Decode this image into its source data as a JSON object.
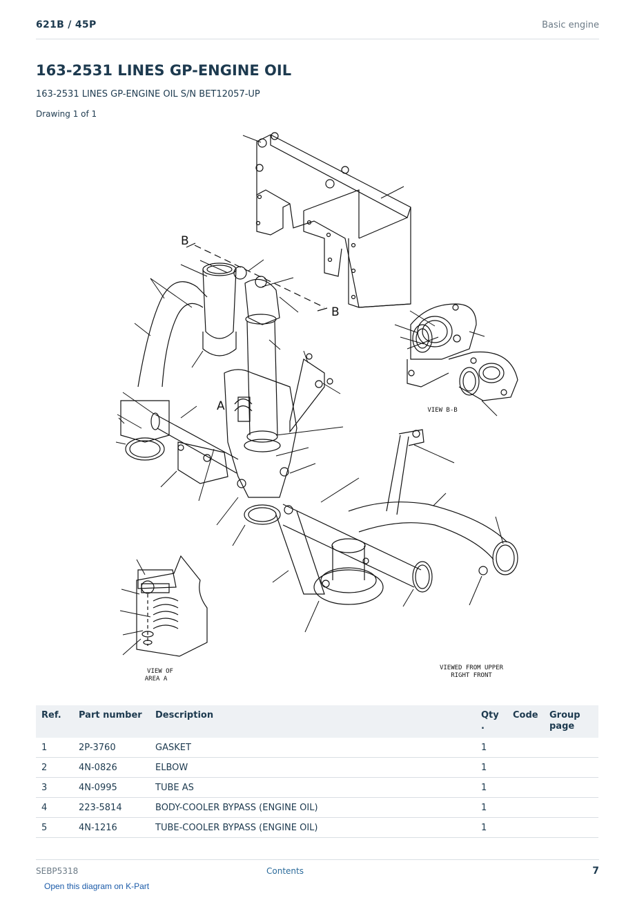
{
  "header": {
    "model": "621B  /  45P",
    "section": "Basic engine"
  },
  "title": "163-2531 LINES GP-ENGINE OIL",
  "subtitle": "163-2531 LINES GP-ENGINE OIL S/N BET12057-UP",
  "drawing_label": "Drawing 1 of 1",
  "diagram": {
    "label_b_top": "B",
    "label_b_bottom": "B",
    "label_a": "A",
    "caption_view_bb": "VIEW B-B",
    "caption_area_a_line1": "VIEW OF",
    "caption_area_a_line2": "AREA A",
    "caption_viewed_line1": "VIEWED FROM UPPER",
    "caption_viewed_line2": "RIGHT FRONT"
  },
  "table": {
    "headers": {
      "ref": "Ref.",
      "part_number": "Part number",
      "description": "Description",
      "qty": "Qty .",
      "code": "Code",
      "group_page": "Group page"
    },
    "rows": [
      {
        "ref": "1",
        "part_number": "2P-3760",
        "description": "GASKET",
        "qty": "1",
        "code": "",
        "group_page": ""
      },
      {
        "ref": "2",
        "part_number": "4N-0826",
        "description": "ELBOW",
        "qty": "1",
        "code": "",
        "group_page": ""
      },
      {
        "ref": "3",
        "part_number": "4N-0995",
        "description": "TUBE AS",
        "qty": "1",
        "code": "",
        "group_page": ""
      },
      {
        "ref": "4",
        "part_number": "223-5814",
        "description": "BODY-COOLER BYPASS (ENGINE OIL)",
        "qty": "1",
        "code": "",
        "group_page": ""
      },
      {
        "ref": "5",
        "part_number": "4N-1216",
        "description": "TUBE-COOLER BYPASS (ENGINE OIL)",
        "qty": "1",
        "code": "",
        "group_page": ""
      }
    ]
  },
  "footer": {
    "doc_id": "SEBP5318",
    "contents_link": "Contents",
    "page_number": "7"
  },
  "kpart_link": "Open this diagram on K-Part"
}
